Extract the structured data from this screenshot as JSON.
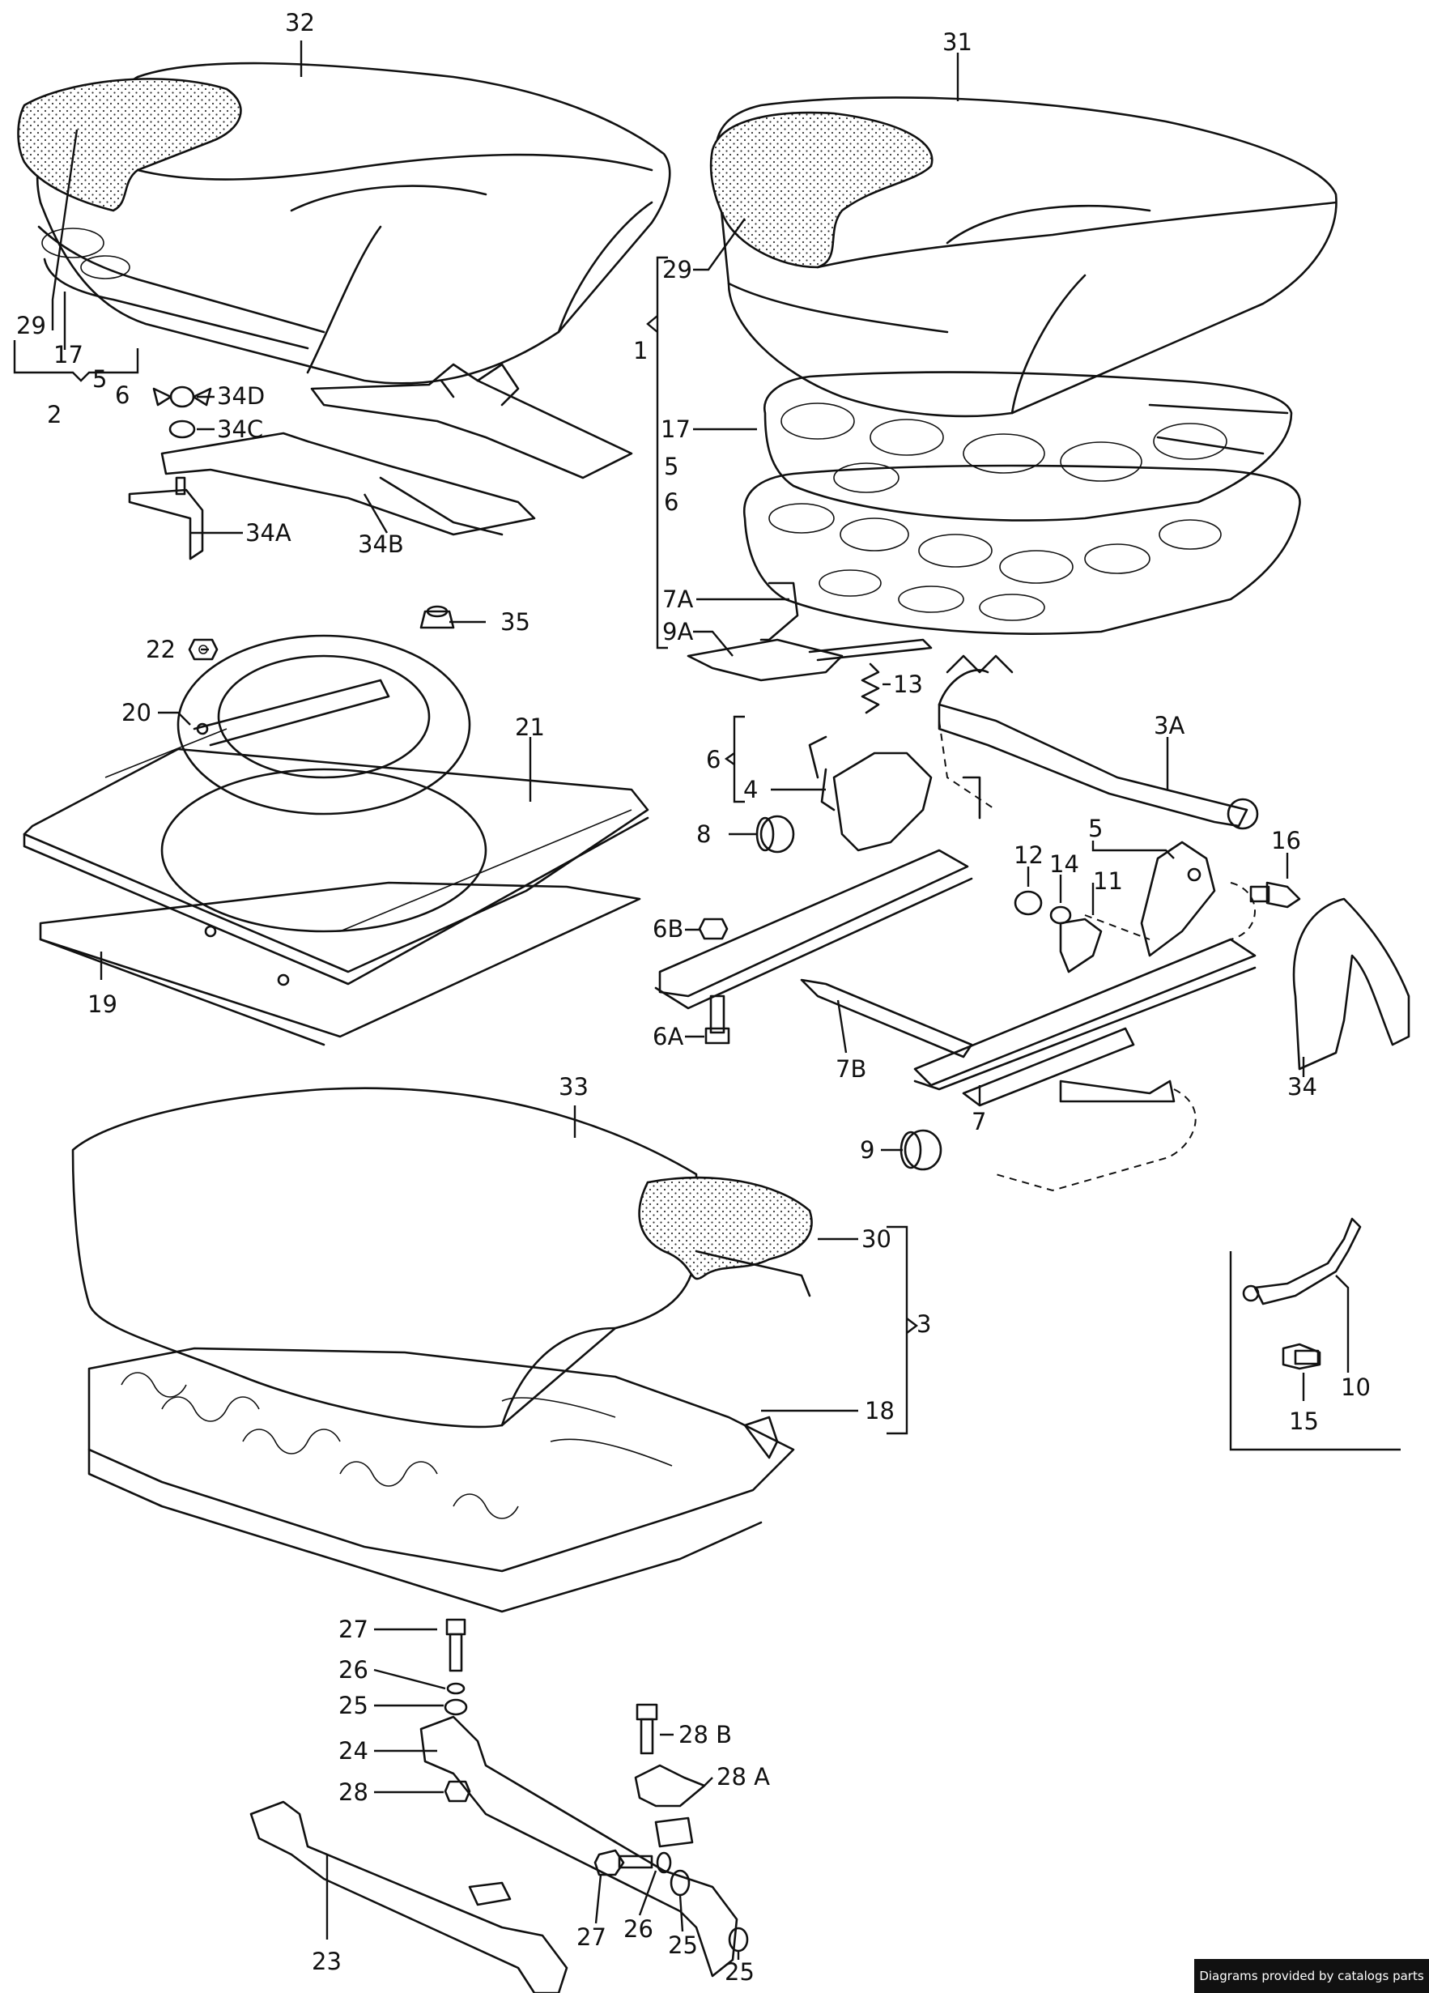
{
  "labels": {
    "l32": "32",
    "l31": "31",
    "l29a": "29",
    "l29b": "29",
    "l1": "1",
    "l17a": "17",
    "l17b": "17",
    "l5a": "5",
    "l5b": "5",
    "l5c": "5",
    "l6a": "6",
    "l6b": "6",
    "l6c": "6",
    "l2": "2",
    "l34D": "34D",
    "l34C": "34C",
    "l34A": "34A",
    "l34B": "34B",
    "l7A": "7A",
    "l9A": "9A",
    "l35": "35",
    "l22": "22",
    "l20": "20",
    "l21": "21",
    "l13": "13",
    "l3A": "3A",
    "l4": "4",
    "l8": "8",
    "l16": "16",
    "l12": "12",
    "l14": "14",
    "l11": "11",
    "l6B": "6B",
    "l19": "19",
    "l6A": "6A",
    "l7B": "7B",
    "l7": "7",
    "l34": "34",
    "l33": "33",
    "l9": "9",
    "l30": "30",
    "l3": "3",
    "l10": "10",
    "l15": "15",
    "l18": "18",
    "l27a": "27",
    "l26a": "26",
    "l25a": "25",
    "l28B": "28 B",
    "l24": "24",
    "l28A": "28 A",
    "l28": "28",
    "l23": "23",
    "l27b": "27",
    "l26b": "26",
    "l25b": "25",
    "l25c": "25"
  },
  "footer": {
    "text": "Diagrams provided by catalogs parts"
  }
}
